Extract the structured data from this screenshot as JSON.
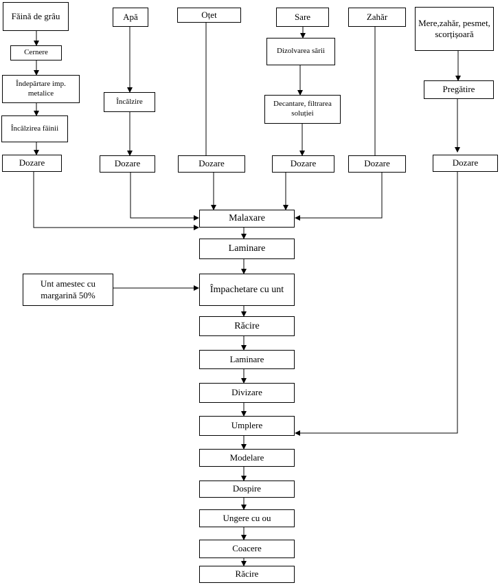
{
  "nodes": {
    "faina": "Făină de grâu",
    "apa": "Apă",
    "otet": "Oțet",
    "sare": "Sare",
    "zahar": "Zahăr",
    "mere": "Mere,zahăr, pesmet, scorțișoară",
    "cernere": "Cernere",
    "indepartare": "Îndepărtare imp. metalice",
    "incalzirea_fainii": "Încălzirea făinii",
    "incalzire": "Încălzire",
    "dizolvarea": "Dizolvarea sării",
    "decantare": "Decantare, filtrarea soluției",
    "pregatire": "Pregătire",
    "dozare": "Dozare",
    "malaxare": "Malaxare",
    "laminare": "Laminare",
    "unt": "Unt amestec cu margarină 50%",
    "impachetare": "Împachetare cu unt",
    "racire": "Răcire",
    "divizare": "Divizare",
    "umplere": "Umplere",
    "modelare": "Modelare",
    "dospire": "Dospire",
    "ungere": "Ungere cu ou",
    "coacere": "Coacere"
  }
}
